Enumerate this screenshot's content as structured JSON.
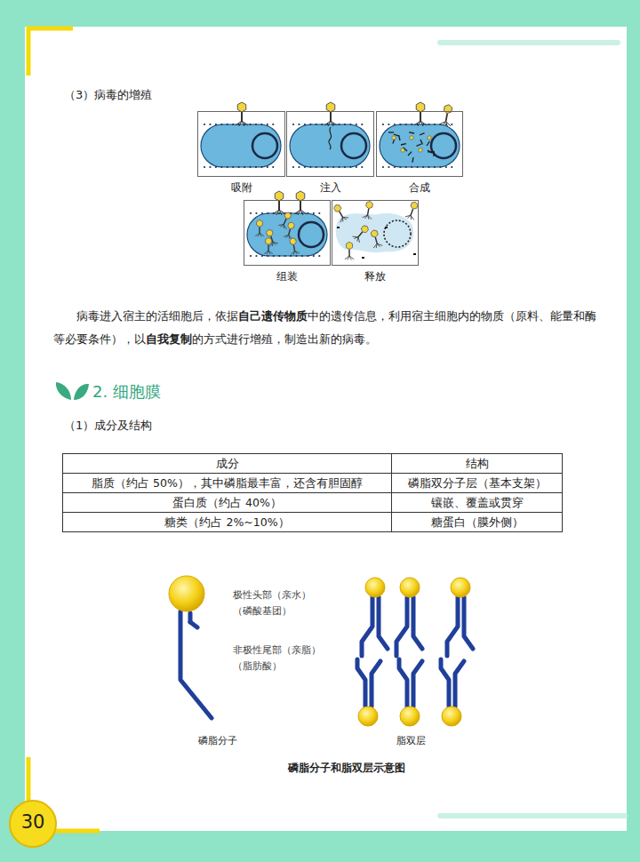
{
  "diagram": {
    "caption": "磷脂分子和脂双层示意图",
    "nodes": [
      {
        "text": [
          "吸附"
        ]
      },
      {
        "text": [
          "注入"
        ]
      },
      {
        "text": [
          "合成"
        ]
      },
      {
        "text": [
          "组装"
        ]
      },
      {
        "text": [
          "释放"
        ]
      }
    ],
    "labels": [
      "（3）病毒的增殖",
      "病毒进入宿主的活细胞后，依据",
      "自己遗传物质",
      "中的遗传信息，利用宿主细胞内的物质（原料、能量和酶等必要条件），以",
      "自我复制",
      "的方式进行增殖，制造出新的病毒。",
      "2. 细胞膜",
      "（1）成分及结构",
      "成分",
      "结构",
      "脂质（约占 50%），其中磷脂最丰富，还含有胆固醇",
      "磷脂双分子层（基本支架）",
      "蛋白质（约占 40%）",
      "镶嵌、覆盖或贯穿",
      "糖类（约占 2%~10%）",
      "糖蛋白（膜外侧）",
      "极性头部（亲水）",
      "（磷酸基团）",
      "非极性尾部（亲脂）",
      "（脂肪酸）",
      "磷脂分子",
      "脂双层",
      "30"
    ]
  }
}
